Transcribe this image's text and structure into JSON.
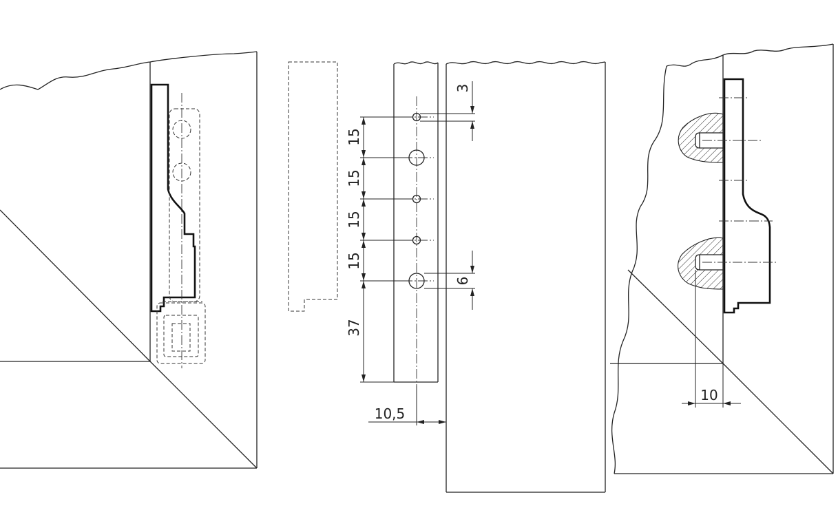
{
  "dimensions": {
    "top_hole_offset": "3",
    "pitch_1": "15",
    "pitch_2": "15",
    "pitch_3": "15",
    "pitch_4": "15",
    "large_hole_dia": "6",
    "bottom_offset": "37",
    "edge_setback": "10,5",
    "dowel_distance": "10"
  }
}
